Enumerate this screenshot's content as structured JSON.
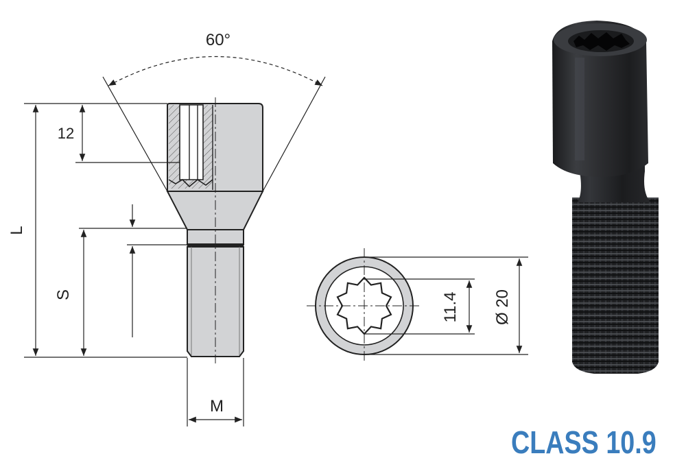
{
  "dimensions": {
    "angle": "60°",
    "drive_depth": "12",
    "length": "L",
    "thread_length": "S",
    "thread": "M",
    "drive_size": "11.4",
    "head_diameter": "Ø 20"
  },
  "rating": "CLASS 10.9",
  "colors": {
    "line": "#222222",
    "label_blue": "#3a7dbd",
    "bolt_dark": "#2a2b2e"
  },
  "icons": {
    "drive_profile": "ten-point-spline-icon"
  }
}
